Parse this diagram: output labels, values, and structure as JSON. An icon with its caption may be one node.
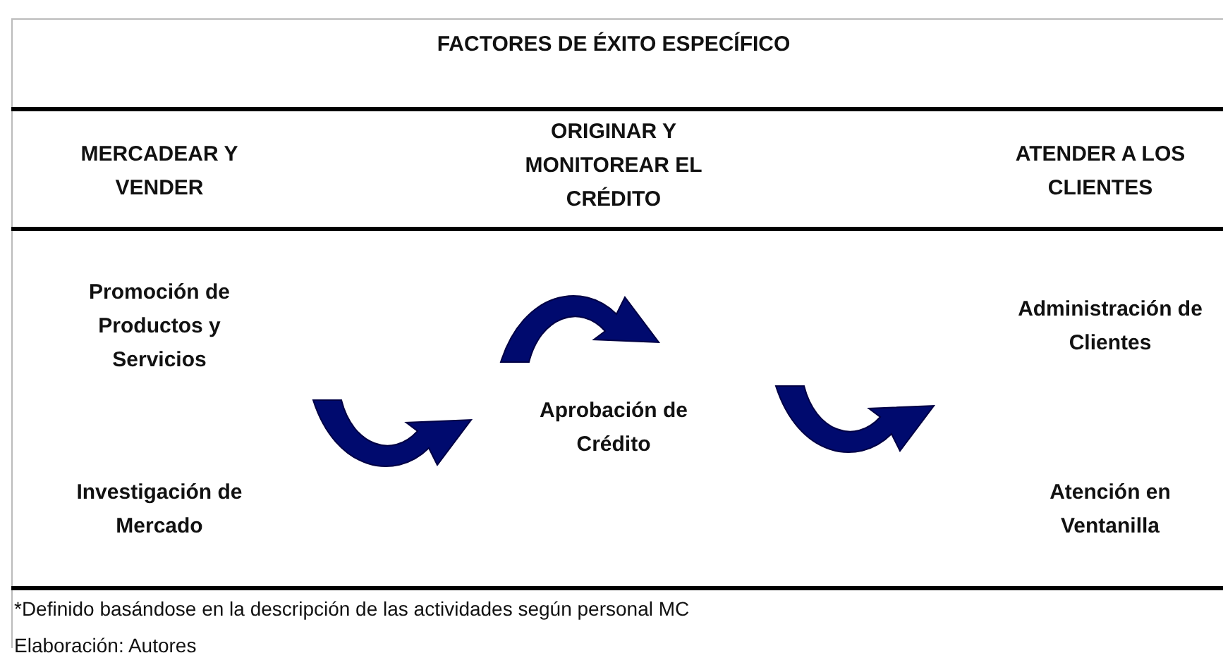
{
  "diagram": {
    "title": "FACTORES DE ÉXITO ESPECÍFICO",
    "labels": [
      "MERCADEAR Y VENDER",
      "ORIGINAR Y MONITOREAR EL CRÉDITO",
      "ATENDER A LOS CLIENTES",
      "Promoción de Productos y Servicios",
      "Administración de Clientes",
      "Aprobación de Crédito",
      "Investigación de Mercado",
      "Atención en Ventanilla",
      "*Definido basándose en la descripción de las actividades según personal MC",
      "Elaboración: Autores"
    ]
  }
}
